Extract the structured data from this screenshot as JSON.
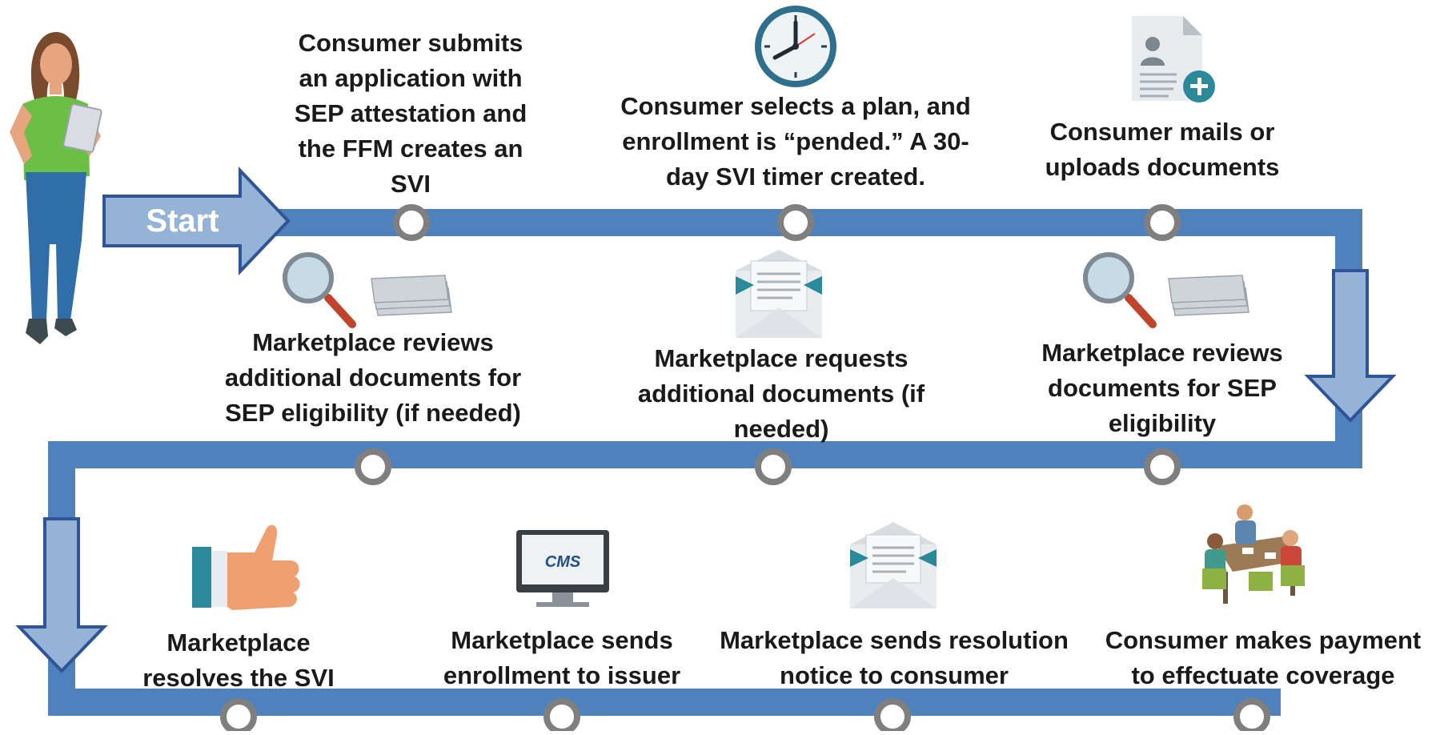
{
  "start_label": "Start",
  "steps": [
    {
      "label": "Consumer submits\nan application with\nSEP attestation and\nthe FFM creates an\nSVI",
      "icon": "none"
    },
    {
      "label": "Consumer selects a plan, and\nenrollment is “pended.” A 30-\nday SVI timer created.",
      "icon": "clock-icon"
    },
    {
      "label": "Consumer mails or\nuploads documents",
      "icon": "document-add-icon"
    },
    {
      "label": "Marketplace reviews\ndocuments for SEP\neligibility",
      "icon": "magnifier-papers-icon"
    },
    {
      "label": "Marketplace requests\nadditional documents (if\nneeded)",
      "icon": "envelope-icon"
    },
    {
      "label": "Marketplace reviews\nadditional documents for\nSEP eligibility (if needed)",
      "icon": "magnifier-papers-icon"
    },
    {
      "label": "Marketplace\nresolves the SVI",
      "icon": "thumbs-up-icon"
    },
    {
      "label": "Marketplace sends\nenrollment to issuer",
      "icon": "monitor-cms-icon"
    },
    {
      "label": "Marketplace sends resolution\nnotice to consumer",
      "icon": "envelope-icon"
    },
    {
      "label": "Consumer makes payment\nto effectuate coverage",
      "icon": "meeting-table-icon"
    }
  ],
  "monitor_logo_text": "CMS",
  "colors": {
    "track": "#4f81bd",
    "arrow_fill": "#95b3d7",
    "arrow_stroke": "#2f5597",
    "node_stroke": "#7f7f7f",
    "text": "#1a1a1a"
  }
}
